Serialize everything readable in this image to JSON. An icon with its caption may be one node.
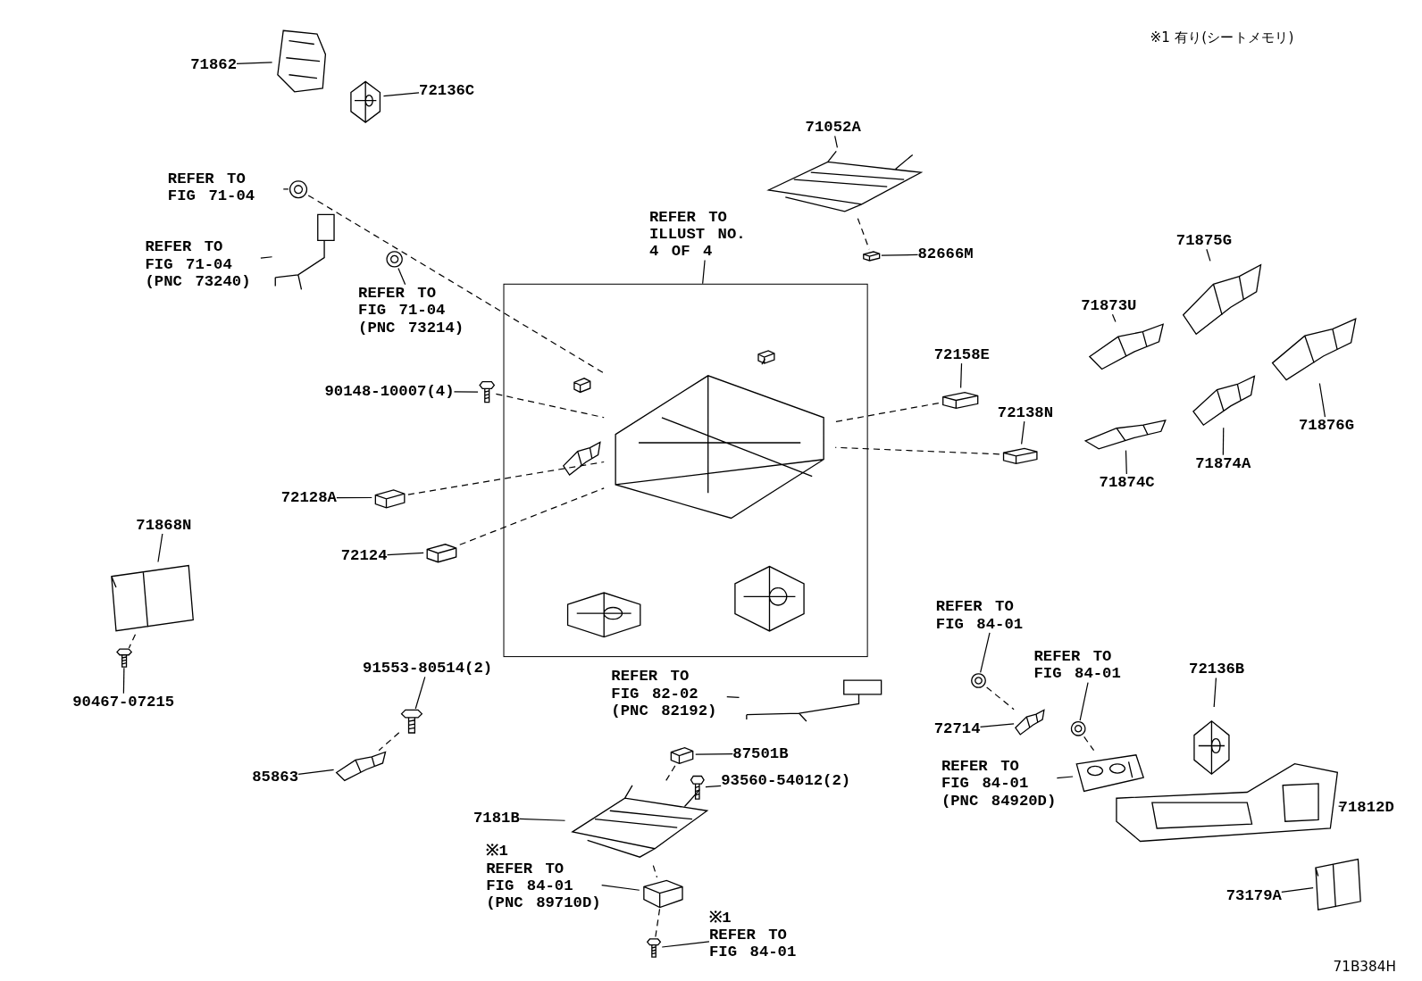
{
  "diagram": {
    "nodes": [
      {
        "text": [
          "71862"
        ]
      },
      {
        "text": [],
        "shape": "picture"
      },
      {
        "text": [
          "72136C"
        ]
      },
      {
        "text": [],
        "shape": "picture"
      },
      {
        "text": [
          "REFER TO FIG 71-04"
        ]
      },
      {
        "text": [],
        "shape": "picture"
      },
      {
        "text": [
          "REFER TO FIG 71-04 (PNC 73240)"
        ]
      },
      {
        "text": [],
        "shape": "picture"
      },
      {
        "text": [
          "REFER TO FIG 71-04 (PNC 73214)"
        ]
      },
      {
        "text": [],
        "shape": "picture"
      },
      {
        "text": [
          "71052A"
        ]
      },
      {
        "text": [],
        "shape": "picture"
      },
      {
        "text": [
          "82666M"
        ]
      },
      {
        "text": [],
        "shape": "picture"
      },
      {
        "text": [
          "REFER TO ILLUST NO. 4 OF 4"
        ]
      },
      {
        "text": [],
        "shape": "box"
      },
      {
        "text": [],
        "shape": "picture",
        "in": 15
      },
      {
        "text": [],
        "shape": "picture",
        "in": 15
      },
      {
        "text": [
          "90148-10007(4)"
        ]
      },
      {
        "text": [],
        "shape": "picture"
      },
      {
        "text": [
          "72158E"
        ]
      },
      {
        "text": [],
        "shape": "picture"
      },
      {
        "text": [
          "72138N"
        ]
      },
      {
        "text": [],
        "shape": "picture"
      },
      {
        "text": [
          "71875G"
        ]
      },
      {
        "text": [],
        "shape": "picture"
      },
      {
        "text": [
          "71873U"
        ]
      },
      {
        "text": [],
        "shape": "picture"
      },
      {
        "text": [
          "71876G"
        ]
      },
      {
        "text": [],
        "shape": "picture"
      },
      {
        "text": [
          "71874C"
        ]
      },
      {
        "text": [],
        "shape": "picture"
      },
      {
        "text": [
          "71874A"
        ]
      },
      {
        "text": [],
        "shape": "picture"
      },
      {
        "text": [
          "72128A"
        ]
      },
      {
        "text": [],
        "shape": "picture"
      },
      {
        "text": [
          "72124"
        ]
      },
      {
        "text": [],
        "shape": "picture"
      },
      {
        "text": [
          "71868N"
        ]
      },
      {
        "text": [],
        "shape": "picture"
      },
      {
        "text": [
          "90467-07215"
        ]
      },
      {
        "text": [],
        "shape": "picture"
      },
      {
        "text": [
          "91553-80514(2)"
        ]
      },
      {
        "text": [],
        "shape": "picture"
      },
      {
        "text": [
          "85863"
        ]
      },
      {
        "text": [],
        "shape": "picture"
      },
      {
        "text": [
          "REFER TO FIG 82-02 (PNC 82192)"
        ]
      },
      {
        "text": [],
        "shape": "picture"
      },
      {
        "text": [
          "87501B"
        ]
      },
      {
        "text": [],
        "shape": "picture"
      },
      {
        "text": [
          "93560-54012(2)"
        ]
      },
      {
        "text": [],
        "shape": "picture"
      },
      {
        "text": [
          "7181B"
        ]
      },
      {
        "text": [],
        "shape": "picture"
      },
      {
        "text": [
          "※1",
          "REFER TO FIG 84-01 (PNC 89710D)"
        ]
      },
      {
        "text": [],
        "shape": "picture"
      },
      {
        "text": [
          "※1",
          "REFER TO FIG 84-01"
        ]
      },
      {
        "text": [],
        "shape": "picture"
      },
      {
        "text": [
          "REFER TO FIG 84-01"
        ]
      },
      {
        "text": [],
        "shape": "picture"
      },
      {
        "text": [
          "REFER TO FIG 84-01"
        ]
      },
      {
        "text": [],
        "shape": "picture"
      },
      {
        "text": [
          "72714"
        ]
      },
      {
        "text": [],
        "shape": "picture"
      },
      {
        "text": [
          "REFER TO FIG 84-01 (PNC 84920D)"
        ]
      },
      {
        "text": [],
        "shape": "picture"
      },
      {
        "text": [
          "72136B"
        ]
      },
      {
        "text": [],
        "shape": "picture"
      },
      {
        "text": [
          "71812D"
        ]
      },
      {
        "text": [],
        "shape": "picture"
      },
      {
        "text": [
          "73179A"
        ]
      },
      {
        "text": [],
        "shape": "picture"
      }
    ],
    "edges": [
      {
        "from": 0,
        "to": 1,
        "arrow": "none"
      },
      {
        "from": 2,
        "to": 3,
        "arrow": "none"
      },
      {
        "from": 4,
        "to": 5,
        "arrow": "none"
      },
      {
        "from": 6,
        "to": 7,
        "arrow": "none"
      },
      {
        "from": 8,
        "to": 9,
        "arrow": "none"
      },
      {
        "from": 10,
        "to": 11,
        "arrow": "none"
      },
      {
        "from": 12,
        "to": 13,
        "arrow": "none"
      },
      {
        "from": 14,
        "to": 15,
        "arrow": "none"
      },
      {
        "from": 18,
        "to": 19,
        "arrow": "none"
      },
      {
        "from": 20,
        "to": 21,
        "arrow": "none"
      },
      {
        "from": 22,
        "to": 23,
        "arrow": "none"
      },
      {
        "from": 24,
        "to": 25,
        "arrow": "none"
      },
      {
        "from": 26,
        "to": 27,
        "arrow": "none"
      },
      {
        "from": 28,
        "to": 29,
        "arrow": "none"
      },
      {
        "from": 30,
        "to": 31,
        "arrow": "none"
      },
      {
        "from": 32,
        "to": 33,
        "arrow": "none"
      },
      {
        "from": 34,
        "to": 35,
        "arrow": "none"
      },
      {
        "from": 36,
        "to": 37,
        "arrow": "none"
      },
      {
        "from": 38,
        "to": 39,
        "arrow": "none"
      },
      {
        "from": 40,
        "to": 41,
        "arrow": "none"
      },
      {
        "from": 42,
        "to": 43,
        "arrow": "none"
      },
      {
        "from": 44,
        "to": 45,
        "arrow": "none"
      },
      {
        "from": 46,
        "to": 47,
        "arrow": "none"
      },
      {
        "from": 48,
        "to": 49,
        "arrow": "none"
      },
      {
        "from": 50,
        "to": 51,
        "arrow": "none"
      },
      {
        "from": 52,
        "to": 53,
        "arrow": "none"
      },
      {
        "from": 54,
        "to": 55,
        "arrow": "none"
      },
      {
        "from": 56,
        "to": 57,
        "arrow": "none"
      },
      {
        "from": 58,
        "to": 59,
        "arrow": "none"
      },
      {
        "from": 60,
        "to": 61,
        "arrow": "none"
      },
      {
        "from": 62,
        "to": 63,
        "arrow": "none"
      },
      {
        "from": 64,
        "to": 65,
        "arrow": "none"
      },
      {
        "from": 66,
        "to": 67,
        "arrow": "none"
      },
      {
        "from": 68,
        "to": 69,
        "arrow": "none"
      },
      {
        "from": 70,
        "to": 71,
        "arrow": "none"
      },
      {
        "from": 5,
        "to": 16,
        "arrow": "none",
        "style": "dashed"
      },
      {
        "from": 11,
        "to": 13,
        "arrow": "none",
        "style": "dashed"
      },
      {
        "from": 16,
        "to": 17,
        "arrow": "none",
        "style": "dashed"
      },
      {
        "from": 19,
        "to": 16,
        "arrow": "none",
        "style": "dashed"
      },
      {
        "from": 21,
        "to": 16,
        "arrow": "none",
        "style": "dashed"
      },
      {
        "from": 23,
        "to": 16,
        "arrow": "none",
        "style": "dashed"
      },
      {
        "from": 35,
        "to": 16,
        "arrow": "none",
        "style": "dashed"
      },
      {
        "from": 37,
        "to": 16,
        "arrow": "none",
        "style": "dashed"
      },
      {
        "from": 39,
        "to": 41,
        "arrow": "none",
        "style": "dashed"
      },
      {
        "from": 43,
        "to": 45,
        "arrow": "none",
        "style": "dashed"
      },
      {
        "from": 49,
        "to": 53,
        "arrow": "none",
        "style": "dashed"
      },
      {
        "from": 53,
        "to": 55,
        "arrow": "none",
        "style": "dashed"
      },
      {
        "from": 55,
        "to": 57,
        "arrow": "none",
        "style": "dashed"
      },
      {
        "from": 59,
        "to": 63,
        "arrow": "none",
        "style": "dashed"
      },
      {
        "from": 61,
        "to": 65,
        "arrow": "none",
        "style": "dashed"
      }
    ],
    "labels": [
      "※1 有り(シートメモリ)",
      "71B384H"
    ]
  }
}
